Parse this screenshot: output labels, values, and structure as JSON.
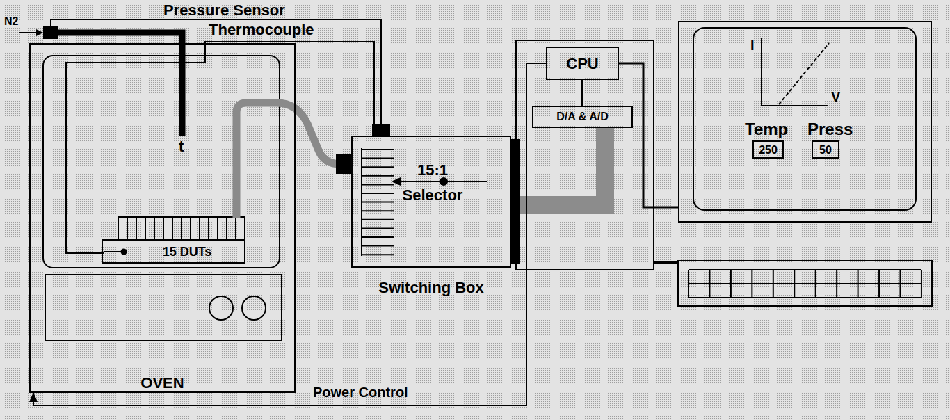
{
  "diagram": {
    "nodes": [
      {
        "text": [
          "OVEN"
        ]
      },
      {
        "text": [
          "15 DUTs"
        ],
        "in": 0
      },
      {
        "text": [
          "15:1 Selector",
          "Switching Box"
        ]
      },
      {
        "text": [
          "CPU"
        ]
      },
      {
        "text": [
          "D/A & A/D"
        ]
      },
      {
        "text": [
          "I",
          "V",
          "Temp",
          "Press"
        ]
      },
      {
        "text": [
          "250"
        ],
        "in": 5
      },
      {
        "text": [
          "50"
        ],
        "in": 5
      }
    ],
    "edges": [
      {
        "from": 1,
        "to": 2,
        "label": "Thermocouple",
        "arrow": "none"
      },
      {
        "from": 1,
        "to": 2,
        "arrow": "none"
      },
      {
        "from": 2,
        "to": 4,
        "arrow": "none"
      },
      {
        "from": 3,
        "to": 4,
        "arrow": "none"
      },
      {
        "from": 3,
        "to": 5,
        "arrow": "none"
      },
      {
        "from": 3,
        "to": 0,
        "label": "Power Control",
        "arrow": "to"
      }
    ],
    "labels": [
      "N2",
      "Pressure Sensor",
      "t"
    ]
  }
}
